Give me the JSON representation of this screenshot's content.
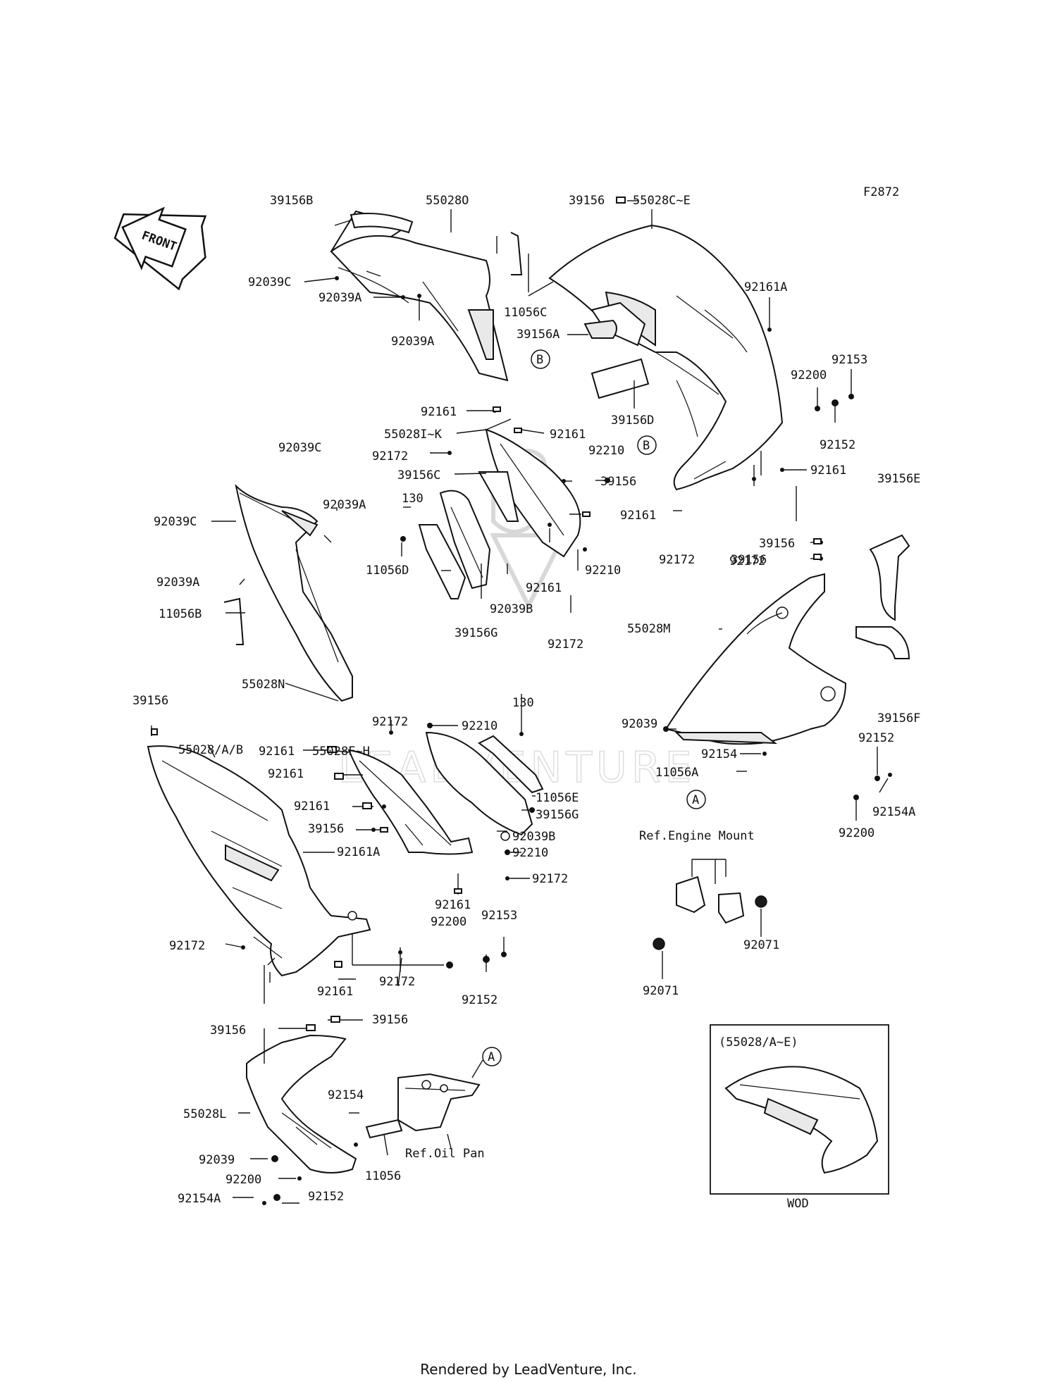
{
  "diagram": {
    "code": "F2872",
    "front_arrow": "FRONT",
    "watermark": "LEADVENTURE",
    "labels": {
      "l_39156B": "39156B",
      "l_55028O": "55028O",
      "l_55028CE": "55028C~E",
      "l_39156_top": "39156",
      "l_92039C_top": "92039C",
      "l_92039A_1": "92039A",
      "l_92039A_2": "92039A",
      "l_11056C": "11056C",
      "l_39156A": "39156A",
      "l_92161A_top": "92161A",
      "l_92153_top": "92153",
      "l_92200_top": "92200",
      "l_92152_top": "92152",
      "l_39156D": "39156D",
      "l_92161_a": "92161",
      "l_55028IK": "55028I~K",
      "l_92161_b": "92161",
      "l_92172_a": "92172",
      "l_92210_a": "92210",
      "l_39156C": "39156C",
      "l_39156_mid": "39156",
      "l_92161_c": "92161",
      "l_92161_right": "92161",
      "l_130_a": "130",
      "l_92039C_left1": "92039C",
      "l_92039C_left2": "92039C",
      "l_92039A_left1": "92039A",
      "l_92039A_left2": "92039A",
      "l_11056B": "11056B",
      "l_55028N": "55028N",
      "l_11056D": "11056D",
      "l_92039B_a": "92039B",
      "l_39156G_a": "39156G",
      "l_92161_d": "92161",
      "l_92210_b": "92210",
      "l_92172_b": "92172",
      "l_92172_c": "92172",
      "l_92172_d": "92172",
      "l_39156_r1": "39156",
      "l_39156_r2": "39156",
      "l_39156E": "39156E",
      "l_39156F": "39156F",
      "l_55028M": "55028M",
      "l_92039_r": "92039",
      "l_39156_left": "39156",
      "l_55028AB": "55028/A/B",
      "l_92172_e": "92172",
      "l_92210_c": "92210",
      "l_130_b": "130",
      "l_55028FH": "55028F~H",
      "l_92161_e": "92161",
      "l_92161_f": "92161",
      "l_92161_g": "92161",
      "l_39156_g": "39156",
      "l_92161A_b": "92161A",
      "l_11056E": "11056E",
      "l_39156G_b": "39156G",
      "l_92039B_b": "92039B",
      "l_92210_d": "92210",
      "l_92172_f": "92172",
      "l_92161_h": "92161",
      "l_92152_r": "92152",
      "l_92154": "92154",
      "l_11056A": "11056A",
      "l_92154A_r": "92154A",
      "l_92200_r": "92200",
      "l_ref_engine": "Ref.Engine Mount",
      "l_92071_a": "92071",
      "l_92071_b": "92071",
      "l_92172_g": "92172",
      "l_92200_b": "92200",
      "l_92153_b": "92153",
      "l_92161_i": "92161",
      "l_92172_h": "92172",
      "l_92152_b": "92152",
      "l_39156_h": "39156",
      "l_39156_i": "39156",
      "l_55028L": "55028L",
      "l_92154_b": "92154",
      "l_ref_oil": "Ref.Oil Pan",
      "l_92039_b": "92039",
      "l_92200_c": "92200",
      "l_11056": "11056",
      "l_92154A_b": "92154A",
      "l_92152_c": "92152",
      "inset_title": "(55028/A~E)",
      "inset_caption": "WOD"
    },
    "callouts": {
      "A": "A",
      "B": "B"
    }
  },
  "footer": "Rendered by LeadVenture, Inc."
}
